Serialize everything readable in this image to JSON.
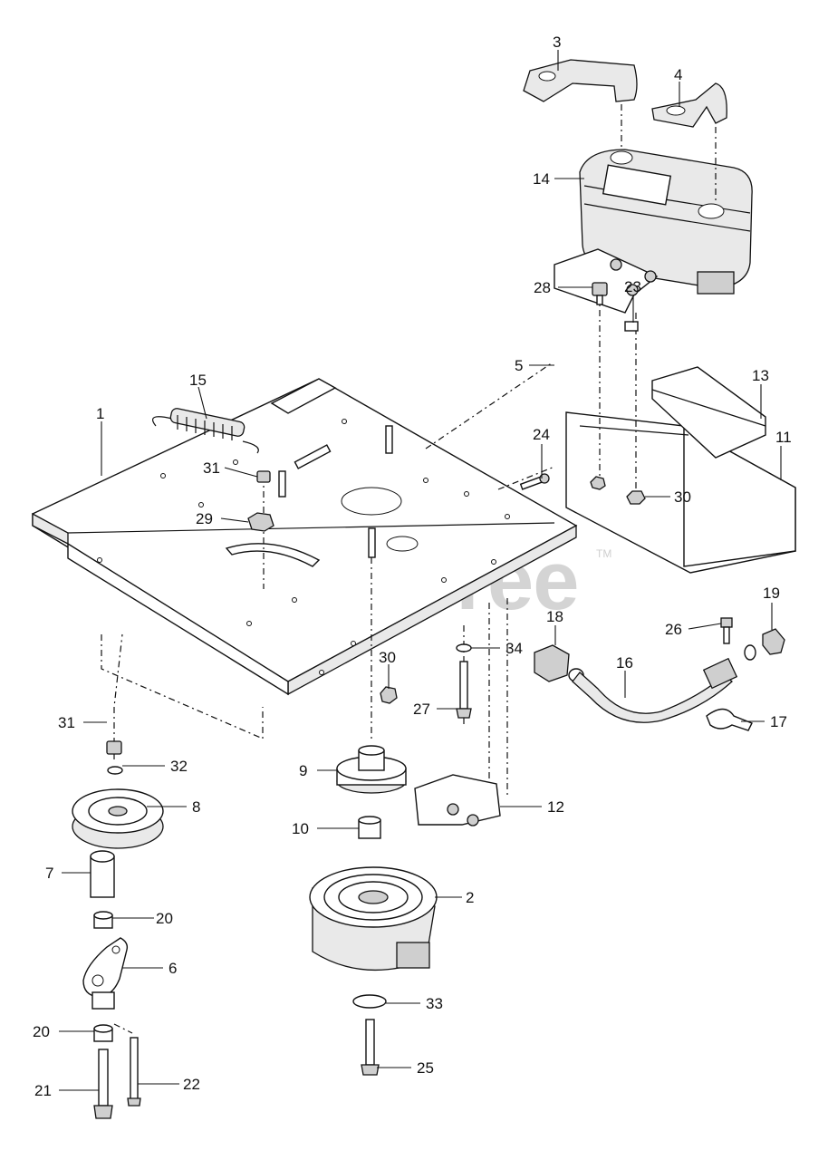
{
  "diagram": {
    "watermark": "PartsTree",
    "trademark": "TM",
    "callouts": {
      "c1": "1",
      "c2": "2",
      "c3": "3",
      "c4": "4",
      "c5": "5",
      "c6": "6",
      "c7": "7",
      "c8": "8",
      "c9": "9",
      "c10": "10",
      "c11": "11",
      "c12": "12",
      "c13": "13",
      "c14": "14",
      "c15": "15",
      "c16": "16",
      "c17": "17",
      "c18": "18",
      "c19": "19",
      "c20a": "20",
      "c20b": "20",
      "c21": "21",
      "c22": "22",
      "c23": "23",
      "c24": "24",
      "c25": "25",
      "c26": "26",
      "c27": "27",
      "c28": "28",
      "c29": "29",
      "c30a": "30",
      "c30b": "30",
      "c31a": "31",
      "c31b": "31",
      "c32": "32",
      "c33": "33",
      "c34": "34"
    }
  }
}
